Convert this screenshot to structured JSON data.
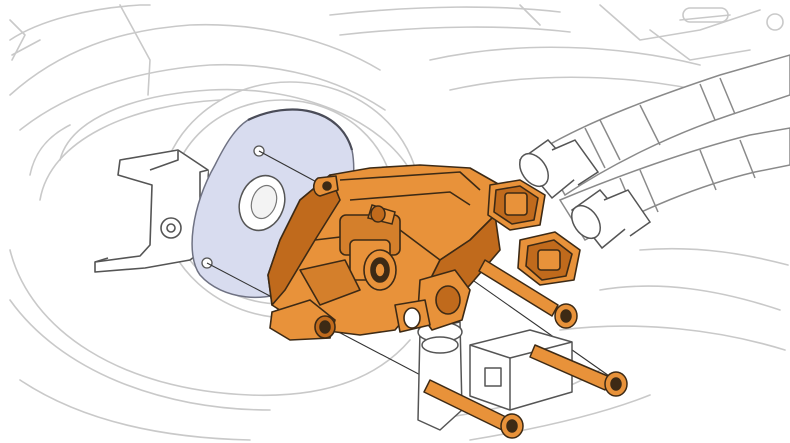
{
  "colors": {
    "background": "#ffffff",
    "outline": "#c9c9c9",
    "outline_dark": "#555555",
    "plate_fill": "#d8dcef",
    "plate_stroke": "#6f7283",
    "component_fill": "#e8923a",
    "component_shade": "#c06a1c",
    "component_stroke": "#3d2a15",
    "hose_stroke": "#8a8a8a",
    "leader_line": "#333333"
  },
  "parts": {
    "mounting_plate": "mounting-plate",
    "pump_housing": "pump-housing",
    "mounting_bolts": [
      "mounting-bolt-upper",
      "mounting-bolt-middle",
      "mounting-bolt-lower"
    ],
    "electrical_connectors": [
      "electrical-connector-upper",
      "electrical-connector-lower"
    ],
    "coolant_hoses": [
      "coolant-hose-upper",
      "coolant-hose-lower"
    ],
    "bracket": "mounting-bracket",
    "lower_module": "sensor-module"
  }
}
